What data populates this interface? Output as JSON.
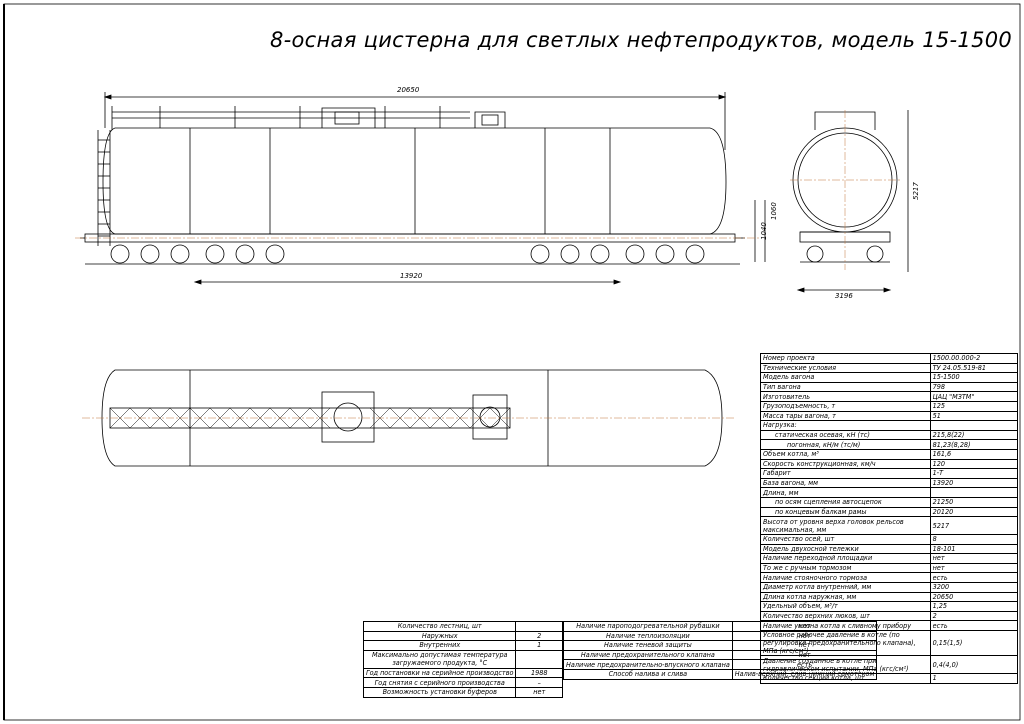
{
  "title": "8-осная цистерна для светлых нефтепродуктов, модель 15-1500",
  "dimensions": {
    "overall_length": "20650",
    "base": "13920",
    "h1": "1060",
    "h2": "1040",
    "height": "5217",
    "width": "3196"
  },
  "spec_table": [
    {
      "label": "Номер проекта",
      "value": "1500.00.000-2",
      "indent": 0
    },
    {
      "label": "Технические условия",
      "value": "ТУ 24.05.519-81",
      "indent": 0
    },
    {
      "label": "Модель вагона",
      "value": "15-1500",
      "indent": 0
    },
    {
      "label": "Тип вагона",
      "value": "798",
      "indent": 0
    },
    {
      "label": "Изготовитель",
      "value": "ЦАЦ \"МЗТМ\"",
      "indent": 0
    },
    {
      "label": "Грузоподъемность, т",
      "value": "125",
      "indent": 0
    },
    {
      "label": "Масса тары вагона, т",
      "value": "51",
      "indent": 0
    },
    {
      "label": "Нагрузка:",
      "value": "",
      "indent": 0
    },
    {
      "label": "статическая осевая, кН (тс)",
      "value": "215,8(22)",
      "indent": 1
    },
    {
      "label": "погонная, кН/м (тс/м)",
      "value": "81,23(8,28)",
      "indent": 2
    },
    {
      "label": "Объем котла, м³",
      "value": "161,6",
      "indent": 0
    },
    {
      "label": "Скорость конструкционная, км/ч",
      "value": "120",
      "indent": 0
    },
    {
      "label": "Габарит",
      "value": "1-Т",
      "indent": 0
    },
    {
      "label": "База вагона, мм",
      "value": "13920",
      "indent": 0
    },
    {
      "label": "Длина, мм",
      "value": "",
      "indent": 0
    },
    {
      "label": "по осям сцепления автосцепок",
      "value": "21250",
      "indent": 1
    },
    {
      "label": "по концевым балкам рамы",
      "value": "20120",
      "indent": 1
    },
    {
      "label": "Высота от уровня верха головок рельсов максимальная, мм",
      "value": "5217",
      "indent": 0,
      "double": true
    },
    {
      "label": "Количество осей, шт",
      "value": "8",
      "indent": 0
    },
    {
      "label": "Модель двухосной тележки",
      "value": "18-101",
      "indent": 0
    },
    {
      "label": "Наличие переходной площадки",
      "value": "нет",
      "indent": 0
    },
    {
      "label": "То же с ручным тормозом",
      "value": "нет",
      "indent": 0
    },
    {
      "label": "Наличие стояночного тормоза",
      "value": "есть",
      "indent": 0
    },
    {
      "label": "Диаметр котла внутренний, мм",
      "value": "3200",
      "indent": 0
    },
    {
      "label": "Длина котла наружная, мм",
      "value": "20650",
      "indent": 0
    }
  ],
  "right_bottom_table": [
    {
      "label": "Удельный объем, м³/т",
      "value": "1,25"
    },
    {
      "label": "Количество верхних люков, шт",
      "value": "2"
    },
    {
      "label": "Наличие уклона котла к сливному прибору",
      "value": "есть"
    },
    {
      "label": "Условное рабочее давление в котле (по регулировке предохранительного клапана), МПа (кгс/см²)",
      "value": "0,15(1,5)"
    },
    {
      "label": "Давление созданное в котле при гидравлическом испытании, МПа (кгс/см²)",
      "value": "0,4(4,0)"
    },
    {
      "label": "Количество секций котла, шт",
      "value": "1"
    }
  ],
  "left_table": [
    {
      "label": "Количество лестниц, шт",
      "value": ""
    },
    {
      "label": "Наружных",
      "value": "2"
    },
    {
      "label": "Внутренних",
      "value": "1"
    },
    {
      "label": "Максимально допустимая температура загружаемого продукта, °С",
      "value": ""
    },
    {
      "label": "Год постановки на серийное производство",
      "value": "1988"
    },
    {
      "label": "Год снятия с серийного производства",
      "value": "–"
    },
    {
      "label": "Возможность установки буферов",
      "value": "нет"
    }
  ],
  "middle_table": [
    {
      "label": "Наличие пароподогревательной рубашки",
      "value": "нет"
    },
    {
      "label": "Наличие теплоизоляции",
      "value": "нет"
    },
    {
      "label": "Наличие теневой защиты",
      "value": "нет"
    },
    {
      "label": "Наличие предохранительного клапана",
      "value": "нет"
    },
    {
      "label": "Наличие предохранительно-впускного клапана",
      "value": "есть"
    },
    {
      "label": "Способ налива и слива",
      "value": "Налив-верхний, слив-нижний самотеком"
    }
  ]
}
